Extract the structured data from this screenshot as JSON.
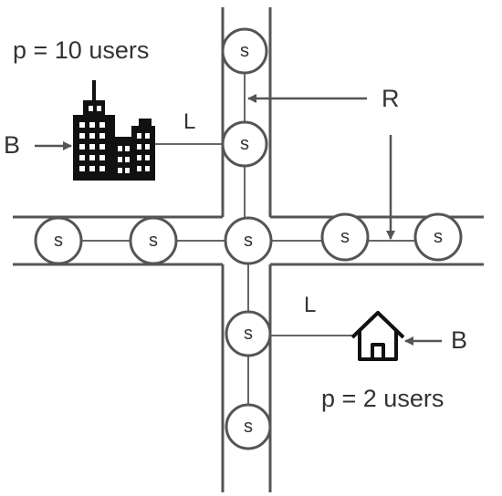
{
  "labels": {
    "p_city": "p = 10 users",
    "p_house": "p = 2 users",
    "L_city": "L",
    "L_house": "L",
    "R": "R",
    "B_city": "B",
    "B_house": "B"
  },
  "node_label": "s",
  "icons": {
    "city": "city-buildings-icon",
    "house": "house-icon"
  },
  "colors": {
    "stroke": "#555555",
    "text": "#333333"
  }
}
